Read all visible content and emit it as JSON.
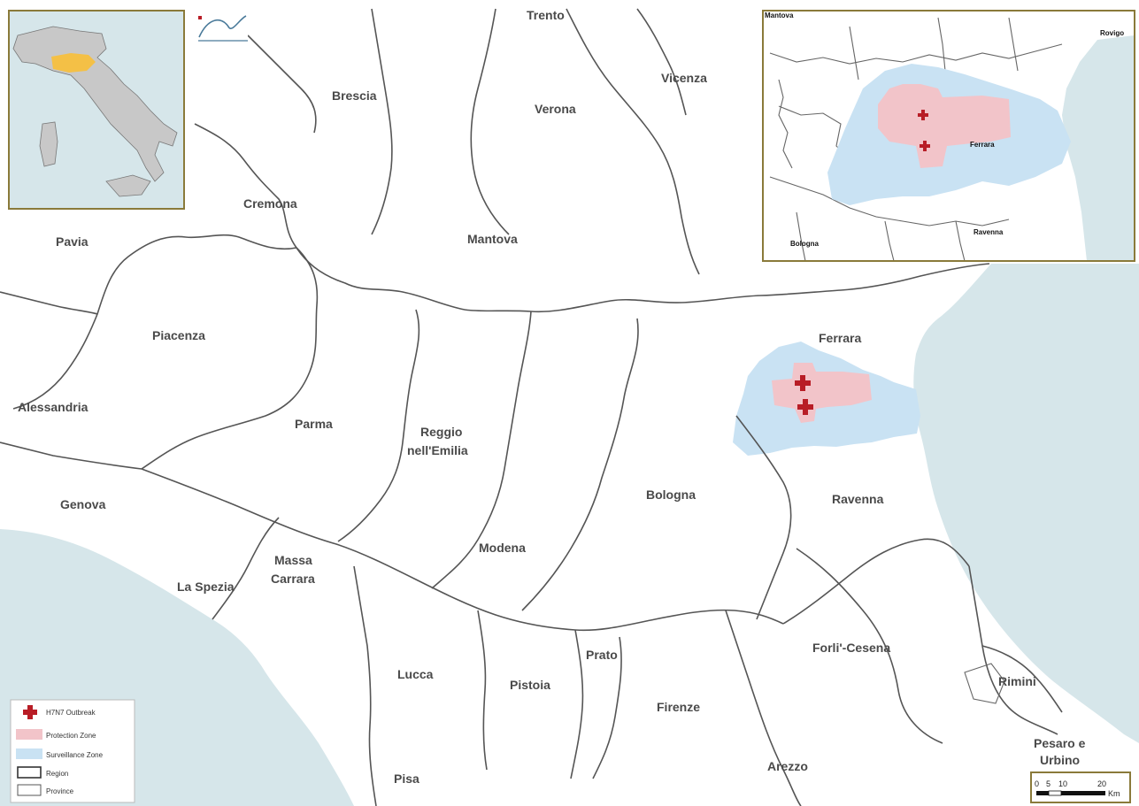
{
  "colors": {
    "sea": "#d6e6ea",
    "land": "#ffffff",
    "protection": "#f2c4c9",
    "surveillance": "#c9e2f3",
    "outbreak": "#b81d26",
    "frame": "#8a7a3a",
    "region_highlight": "#f4c046",
    "italy_land": "#c8c8c8"
  },
  "provinces": [
    {
      "id": "trento",
      "label": "Trento"
    },
    {
      "id": "vicenza",
      "label": "Vicenza"
    },
    {
      "id": "brescia",
      "label": "Brescia"
    },
    {
      "id": "verona",
      "label": "Verona"
    },
    {
      "id": "cremona",
      "label": "Cremona"
    },
    {
      "id": "mantova",
      "label": "Mantova"
    },
    {
      "id": "pavia",
      "label": "Pavia"
    },
    {
      "id": "piacenza",
      "label": "Piacenza"
    },
    {
      "id": "ferrara",
      "label": "Ferrara"
    },
    {
      "id": "alessandria",
      "label": "Alessandria"
    },
    {
      "id": "parma",
      "label": "Parma"
    },
    {
      "id": "reggio1",
      "label": "Reggio"
    },
    {
      "id": "reggio2",
      "label": "nell'Emilia"
    },
    {
      "id": "genova",
      "label": "Genova"
    },
    {
      "id": "bologna",
      "label": "Bologna"
    },
    {
      "id": "ravenna",
      "label": "Ravenna"
    },
    {
      "id": "modena",
      "label": "Modena"
    },
    {
      "id": "massa1",
      "label": "Massa"
    },
    {
      "id": "massa2",
      "label": "Carrara"
    },
    {
      "id": "laspezia",
      "label": "La Spezia"
    },
    {
      "id": "prato",
      "label": "Prato"
    },
    {
      "id": "forli",
      "label": "Forli'-Cesena"
    },
    {
      "id": "lucca",
      "label": "Lucca"
    },
    {
      "id": "pistoia",
      "label": "Pistoia"
    },
    {
      "id": "rimini",
      "label": "Rimini"
    },
    {
      "id": "firenze",
      "label": "Firenze"
    },
    {
      "id": "pesaro1",
      "label": "Pesaro e"
    },
    {
      "id": "pesaro2",
      "label": "Urbino"
    },
    {
      "id": "arezzo",
      "label": "Arezzo"
    },
    {
      "id": "pisa",
      "label": "Pisa"
    }
  ],
  "inset_zoom": {
    "labels": [
      "Mantova",
      "Rovigo",
      "Ferrara",
      "Bologna",
      "Ravenna"
    ]
  },
  "legend": {
    "outbreak": "H7N7 Outbreak",
    "protection": "Protection Zone",
    "surveillance": "Surveillance Zone",
    "region": "Region",
    "province": "Province"
  },
  "scale": {
    "ticks": [
      "0",
      "5",
      "10",
      "20"
    ],
    "unit": "Km"
  }
}
